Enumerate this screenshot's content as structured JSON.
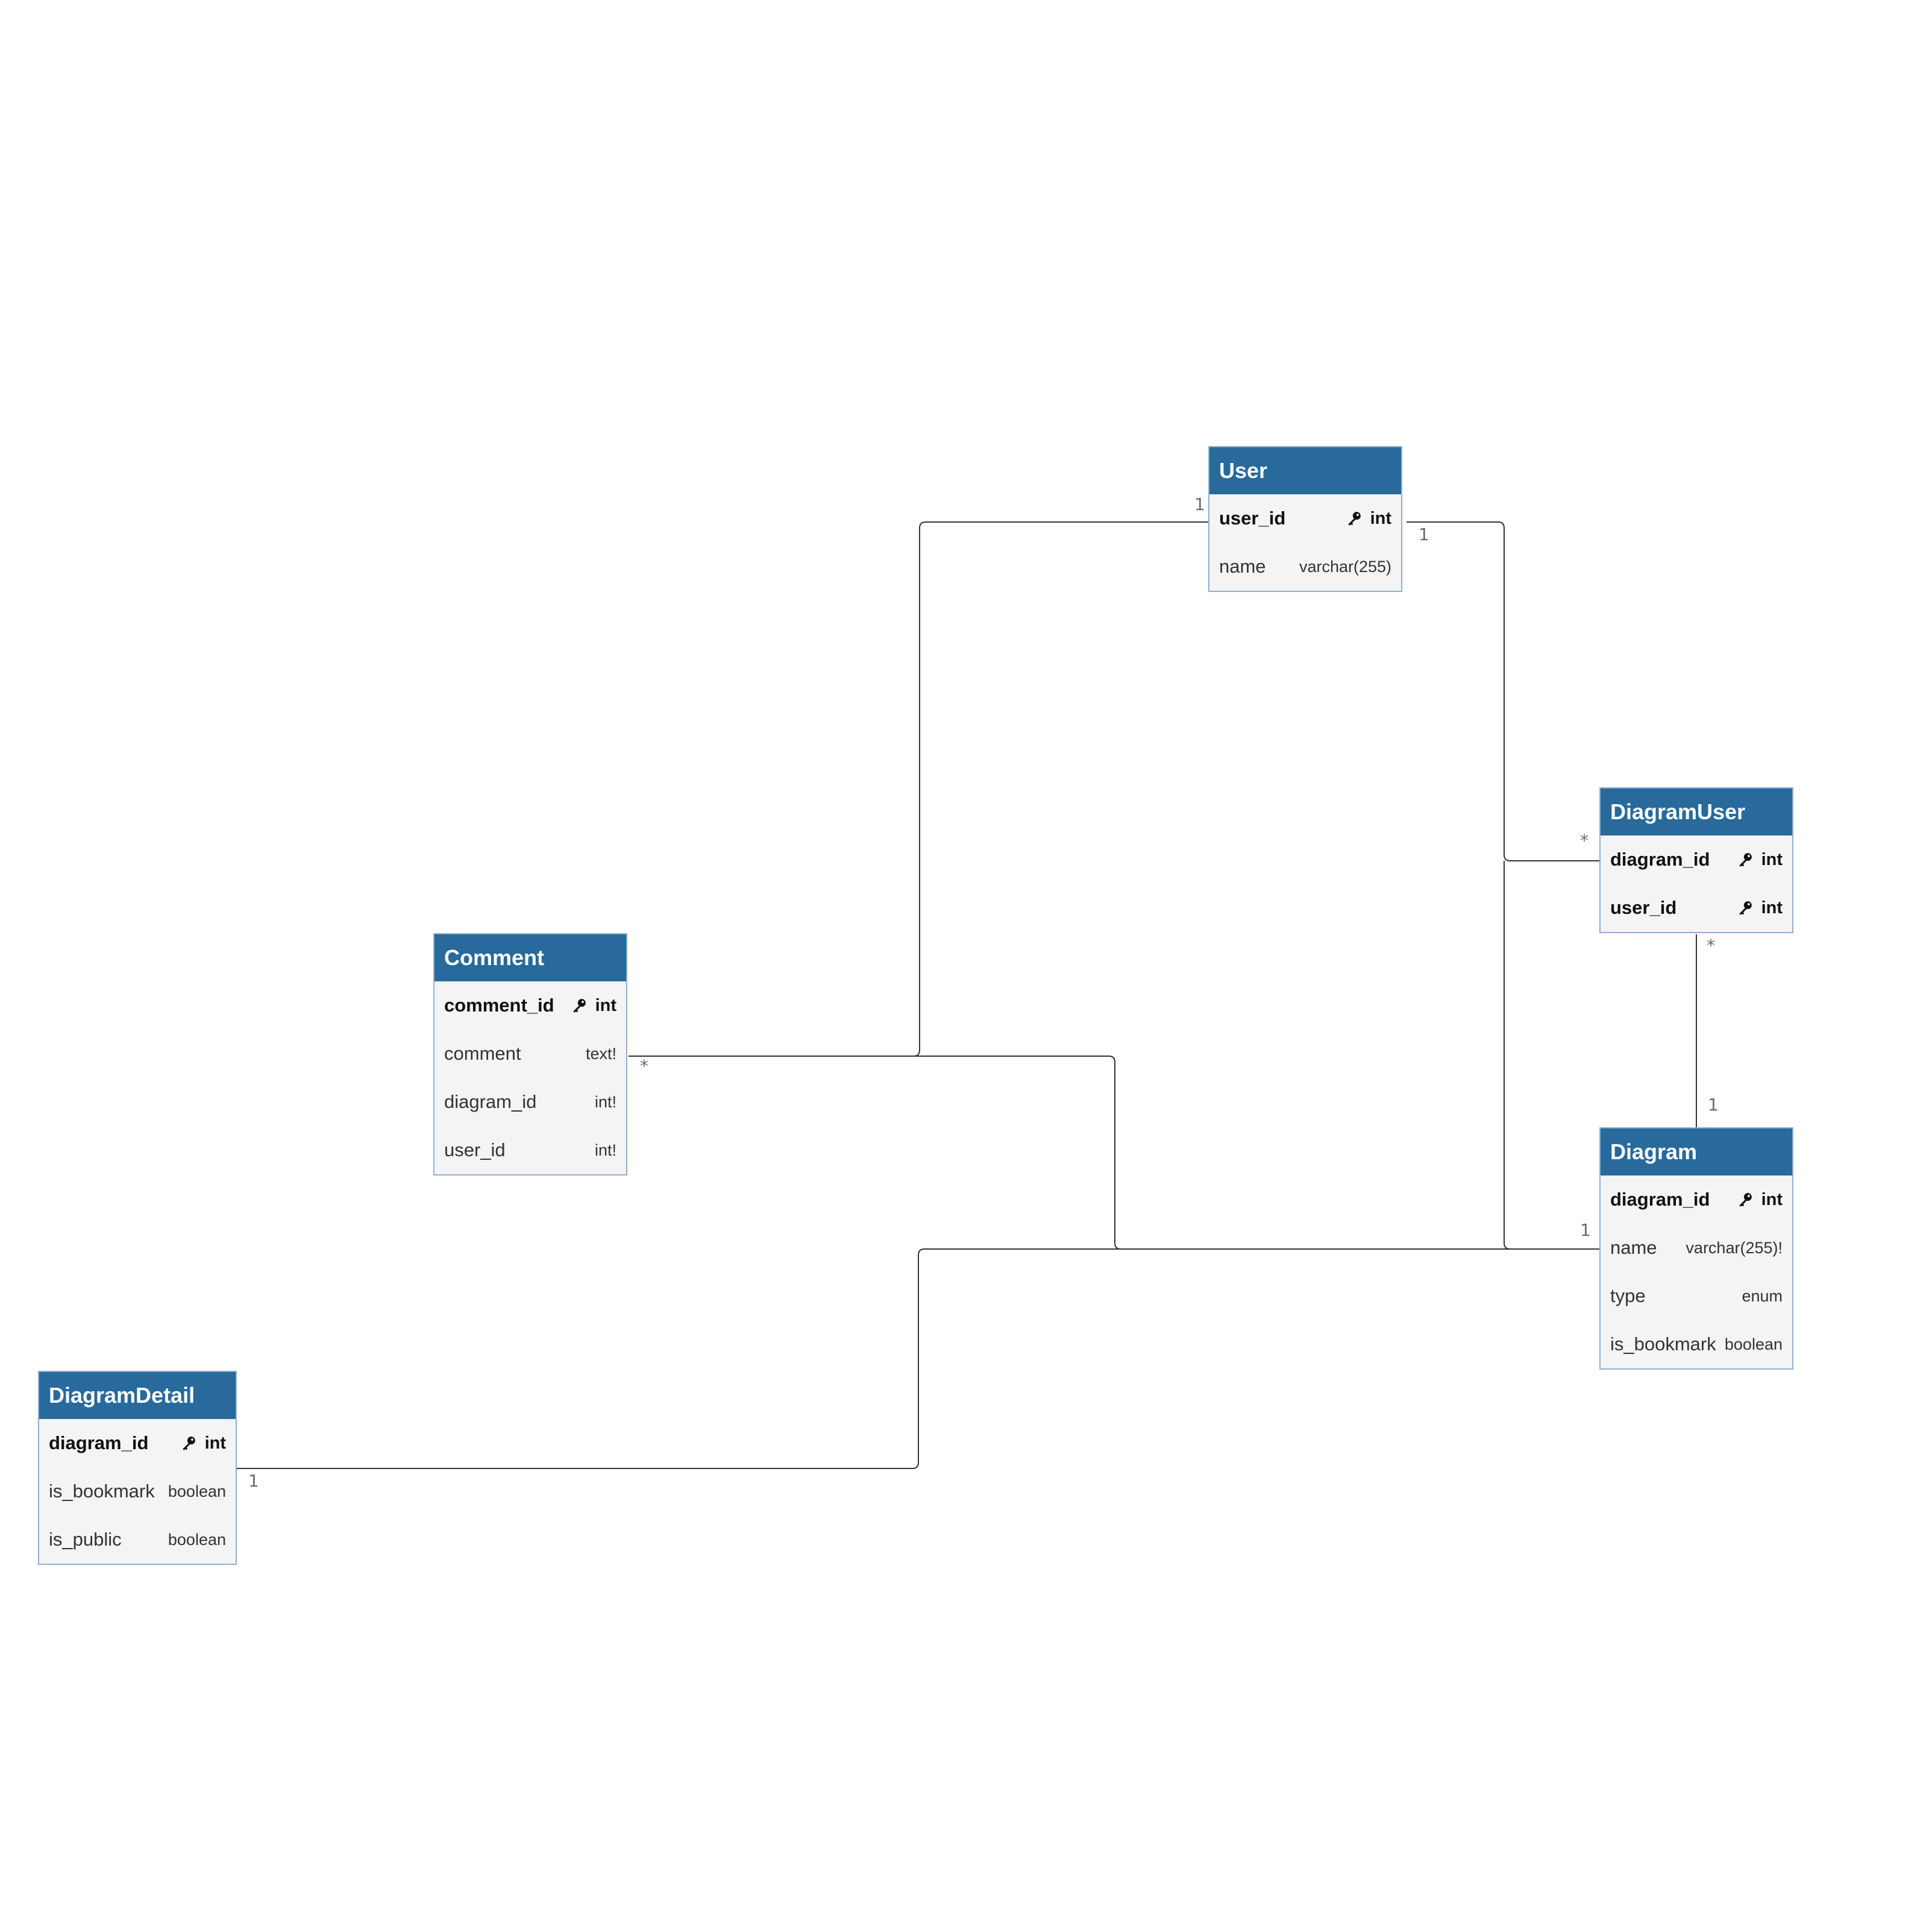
{
  "tables": {
    "user": {
      "title": "User",
      "columns": [
        {
          "name": "user_id",
          "type": "int",
          "pk": true
        },
        {
          "name": "name",
          "type": "varchar(255)",
          "pk": false
        }
      ]
    },
    "diagram_user": {
      "title": "DiagramUser",
      "columns": [
        {
          "name": "diagram_id",
          "type": "int",
          "pk": true
        },
        {
          "name": "user_id",
          "type": "int",
          "pk": true
        }
      ]
    },
    "comment": {
      "title": "Comment",
      "columns": [
        {
          "name": "comment_id",
          "type": "int",
          "pk": true
        },
        {
          "name": "comment",
          "type": "text!",
          "pk": false
        },
        {
          "name": "diagram_id",
          "type": "int!",
          "pk": false
        },
        {
          "name": "user_id",
          "type": "int!",
          "pk": false
        }
      ]
    },
    "diagram": {
      "title": "Diagram",
      "columns": [
        {
          "name": "diagram_id",
          "type": "int",
          "pk": true
        },
        {
          "name": "name",
          "type": "varchar(255)!",
          "pk": false
        },
        {
          "name": "type",
          "type": "enum",
          "pk": false
        },
        {
          "name": "is_bookmark",
          "type": "boolean",
          "pk": false
        }
      ]
    },
    "diagram_detail": {
      "title": "DiagramDetail",
      "columns": [
        {
          "name": "diagram_id",
          "type": "int",
          "pk": true
        },
        {
          "name": "is_bookmark",
          "type": "boolean",
          "pk": false
        },
        {
          "name": "is_public",
          "type": "boolean",
          "pk": false
        }
      ]
    }
  },
  "relations": {
    "user_comment": {
      "from": "user.user_id",
      "to": "comment.user_id",
      "from_card": "1",
      "to_card": "*"
    },
    "user_diagramuser": {
      "from": "user.user_id",
      "to": "diagram_user.user_id",
      "from_card": "1",
      "to_card": "*"
    },
    "diagram_diagramuser": {
      "from": "diagram.diagram_id",
      "to": "diagram_user.diagram_id",
      "from_card": "1",
      "to_card": "*"
    },
    "diagram_comment": {
      "from": "diagram.diagram_id",
      "to": "comment.diagram_id",
      "from_card": "1",
      "to_card": "*"
    },
    "diagram_diagramdetail": {
      "from": "diagram.diagram_id",
      "to": "diagram_detail.diagram_id",
      "from_card": "1",
      "to_card": "1"
    }
  },
  "colors": {
    "header": "#276a9b",
    "body": "#f4f4f4",
    "border": "#8fb0cf",
    "edge": "#333333"
  },
  "icons": {
    "primary_key": "key-icon"
  }
}
